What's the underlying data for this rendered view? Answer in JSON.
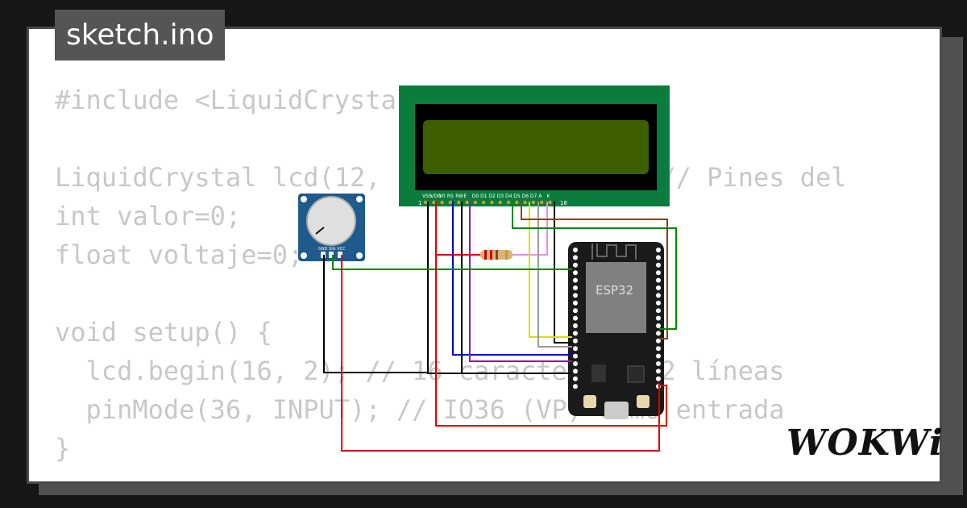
{
  "header": {
    "filename": "sketch.ino"
  },
  "code": {
    "lines": [
      "#include <LiquidCrystal.h>",
      "",
      "LiquidCrystal lcd(12, 11, 5, 4, 3, 2); // Pines del",
      "int valor=0;",
      "float voltaje=0;",
      "",
      "void setup() {",
      "  lcd.begin(16, 2); // 16 caracteres y 2 líneas",
      "  pinMode(36, INPUT); // IO36 (VP) como entrada",
      "}"
    ]
  },
  "lcd": {
    "pin_labels": [
      "VSS",
      "VDD",
      "V0",
      "RS",
      "RW",
      "E",
      "D0",
      "D1",
      "D2",
      "D3",
      "D4",
      "D5",
      "D6",
      "D7",
      "A",
      "K"
    ],
    "pin_first": "1",
    "pin_last": "16"
  },
  "potentiometer": {
    "pin_label": "GND SIG VCC"
  },
  "esp32": {
    "label": "ESP32"
  },
  "brand": {
    "logo": "WOKWi"
  },
  "colors": {
    "pcb_green": "#0a7d3e",
    "lcd_screen": "#3e5f00",
    "pot_blue": "#1e5a8c",
    "esp_board": "#1a1a1a"
  }
}
